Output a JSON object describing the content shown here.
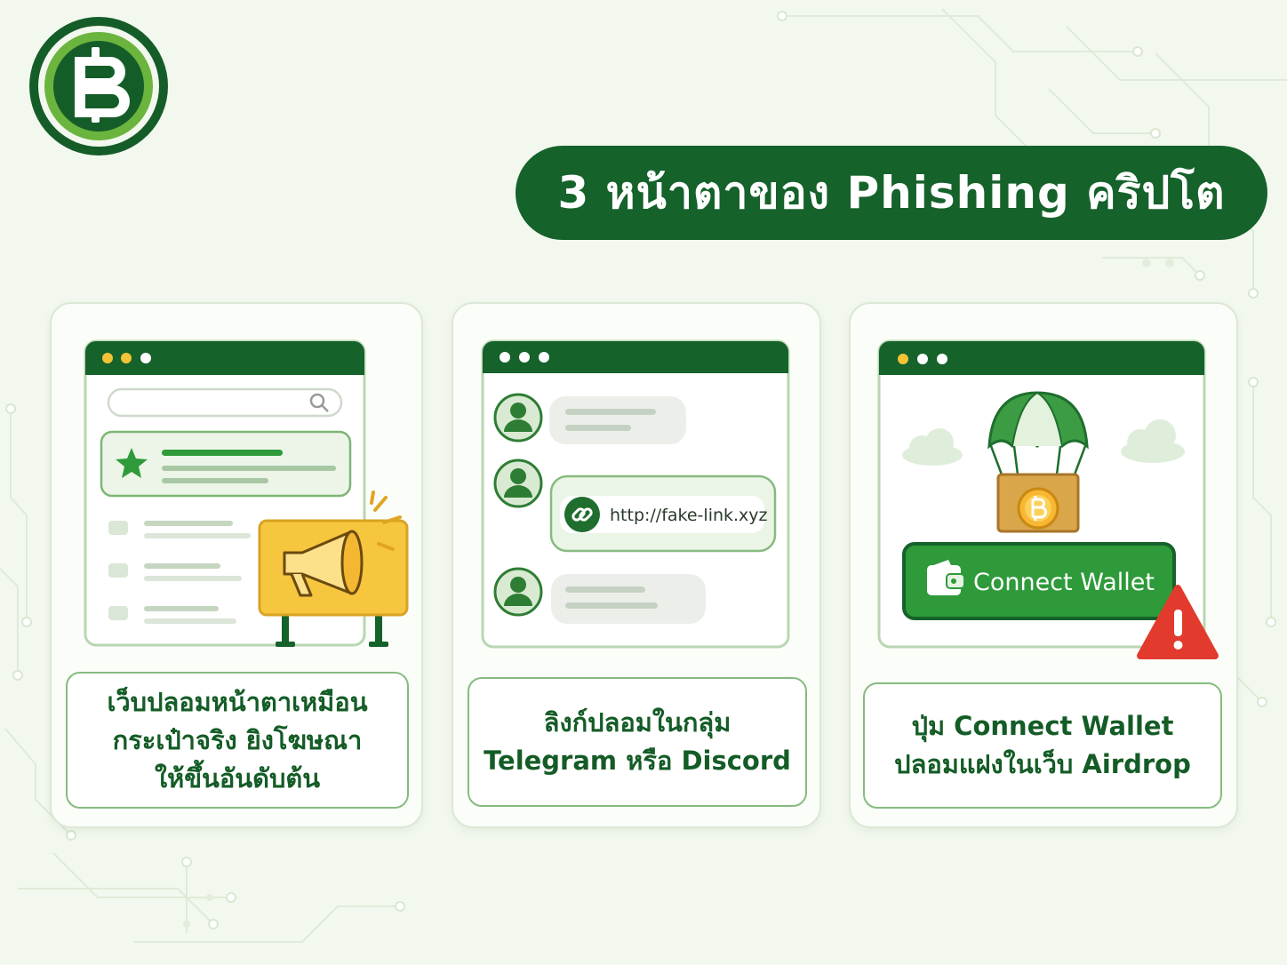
{
  "brand": {
    "primary": "#15622b",
    "accent": "#2e9a3a",
    "warning": "#e23a2c",
    "ad_yellow": "#f7c63f"
  },
  "title": "3 หน้าตาของ Phishing คริปโต",
  "cards": [
    {
      "caption_lines": [
        "เว็บปลอมหน้าตาเหมือน",
        "กระเป๋าจริง ยิงโฆษณา",
        "ให้ขึ้นอันดับต้น"
      ],
      "icons": [
        "search-icon",
        "star-icon",
        "megaphone-icon"
      ]
    },
    {
      "caption_lines": [
        "ลิงก์ปลอมในกลุ่ม",
        "Telegram หรือ Discord"
      ],
      "link_text": "http://fake-link.xyz",
      "icons": [
        "user-avatar-icon",
        "link-icon"
      ]
    },
    {
      "caption_lines": [
        "ปุ่ม Connect Wallet",
        "ปลอมแฝงในเว็บ Airdrop"
      ],
      "button_label": "Connect Wallet",
      "icons": [
        "parachute-icon",
        "bitcoin-icon",
        "wallet-icon",
        "warning-icon"
      ]
    }
  ]
}
